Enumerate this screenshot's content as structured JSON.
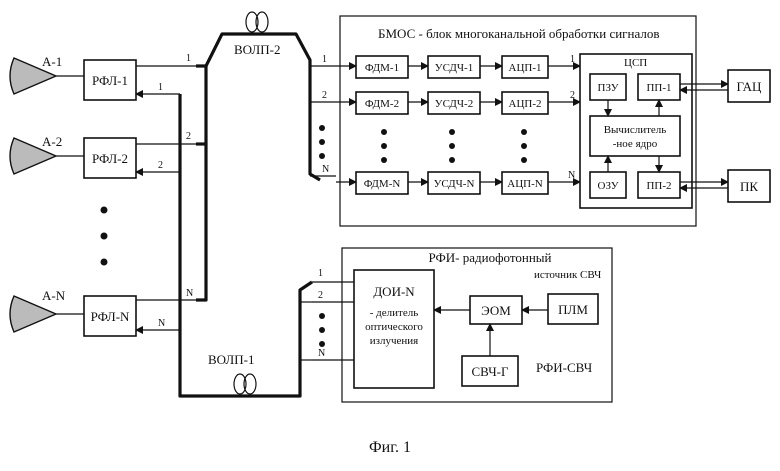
{
  "figure_caption": "Фиг. 1",
  "bmos_title": "БМОС - блок многоканальной обработки сигналов",
  "rfi_title_1": "РФИ- радиофотонный",
  "rfi_title_2": "источник СВЧ",
  "rfi_svch": "РФИ-СВЧ",
  "volp1": "ВОЛП-1",
  "volp2": "ВОЛП-2",
  "antennas": [
    "А-1",
    "А-2",
    "А-N"
  ],
  "rfl": [
    "РФЛ-1",
    "РФЛ-2",
    "РФЛ-N"
  ],
  "fdm": [
    "ФДМ-1",
    "ФДМ-2",
    "ФДМ-N"
  ],
  "usdch": [
    "УСДЧ-1",
    "УСДЧ-2",
    "УСДЧ-N"
  ],
  "acp": [
    "АЦП-1",
    "АЦП-2",
    "АЦП-N"
  ],
  "csp": "ЦСП",
  "pzu": "ПЗУ",
  "ozu": "ОЗУ",
  "pp1": "ПП-1",
  "pp2": "ПП-2",
  "core_1": "Вычислитель",
  "core_2": "-ное ядро",
  "gac": "ГАЦ",
  "pk": "ПК",
  "doi_1": "ДОИ-N",
  "doi_2": "- делитель",
  "doi_3": "оптического",
  "doi_4": "излучения",
  "eom": "ЭОМ",
  "plm": "ПЛМ",
  "svch_g": "СВЧ-Г",
  "ch": [
    "1",
    "2",
    "N"
  ]
}
